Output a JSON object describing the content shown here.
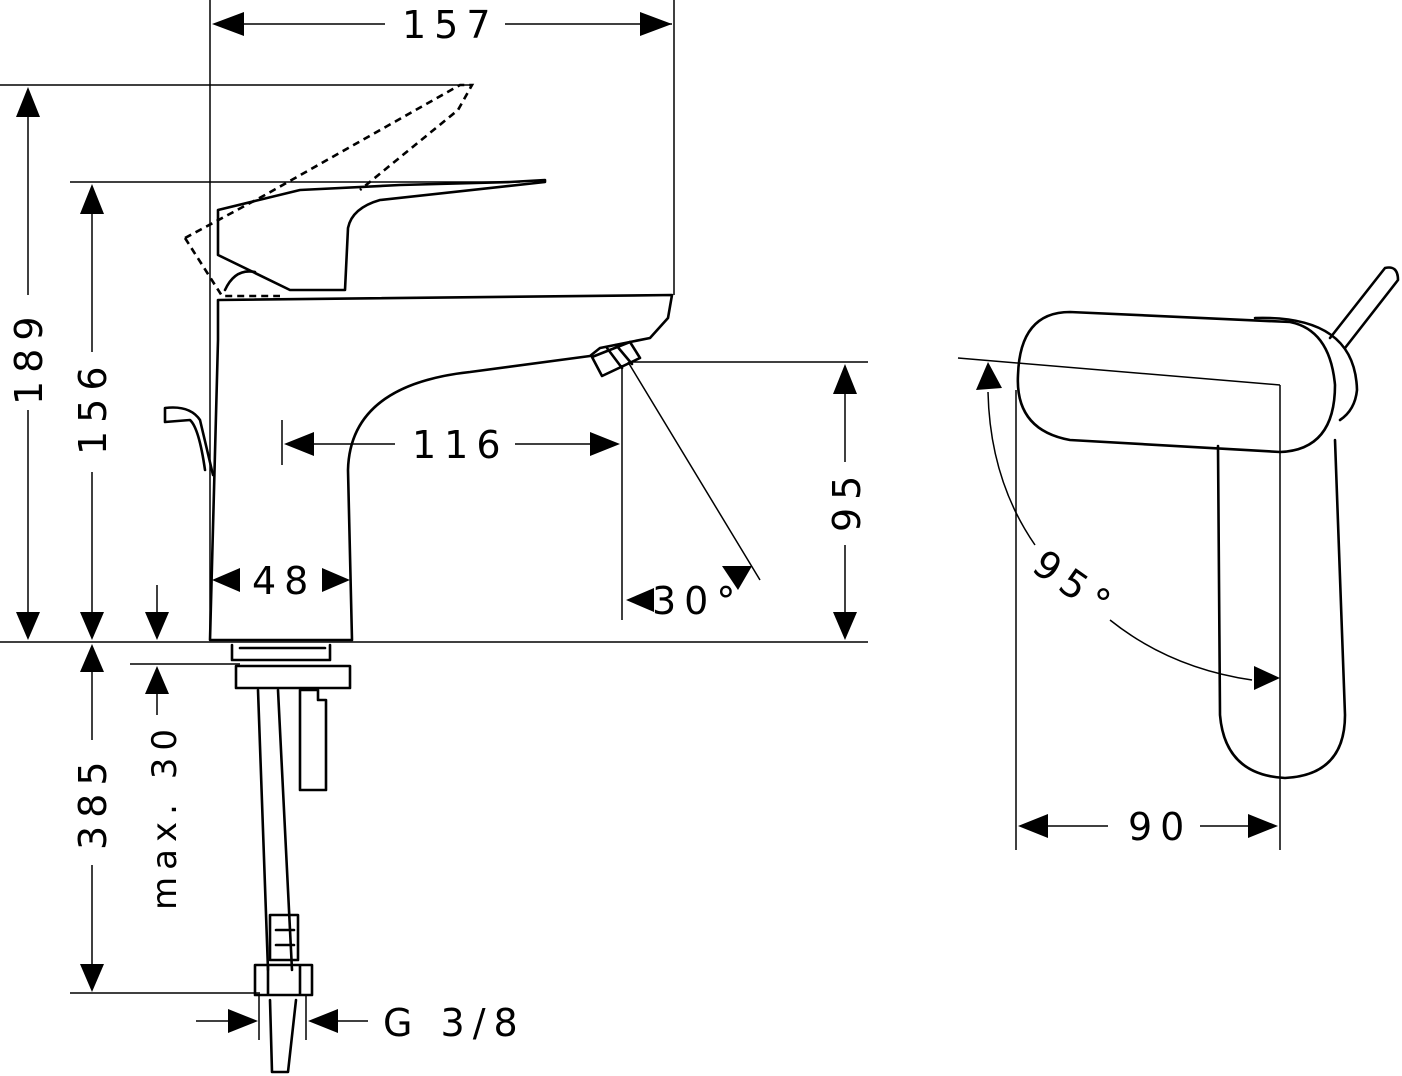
{
  "dimensions": {
    "width_total": "157",
    "height_total": "189",
    "height_handle": "156",
    "spout_reach": "116",
    "spout_height": "95",
    "spout_angle": "30°",
    "body_width": "48",
    "shank_length": "385",
    "max_thickness": "max. 30",
    "thread": "G 3/8",
    "side_width": "90",
    "rotation_angle": "95°"
  }
}
